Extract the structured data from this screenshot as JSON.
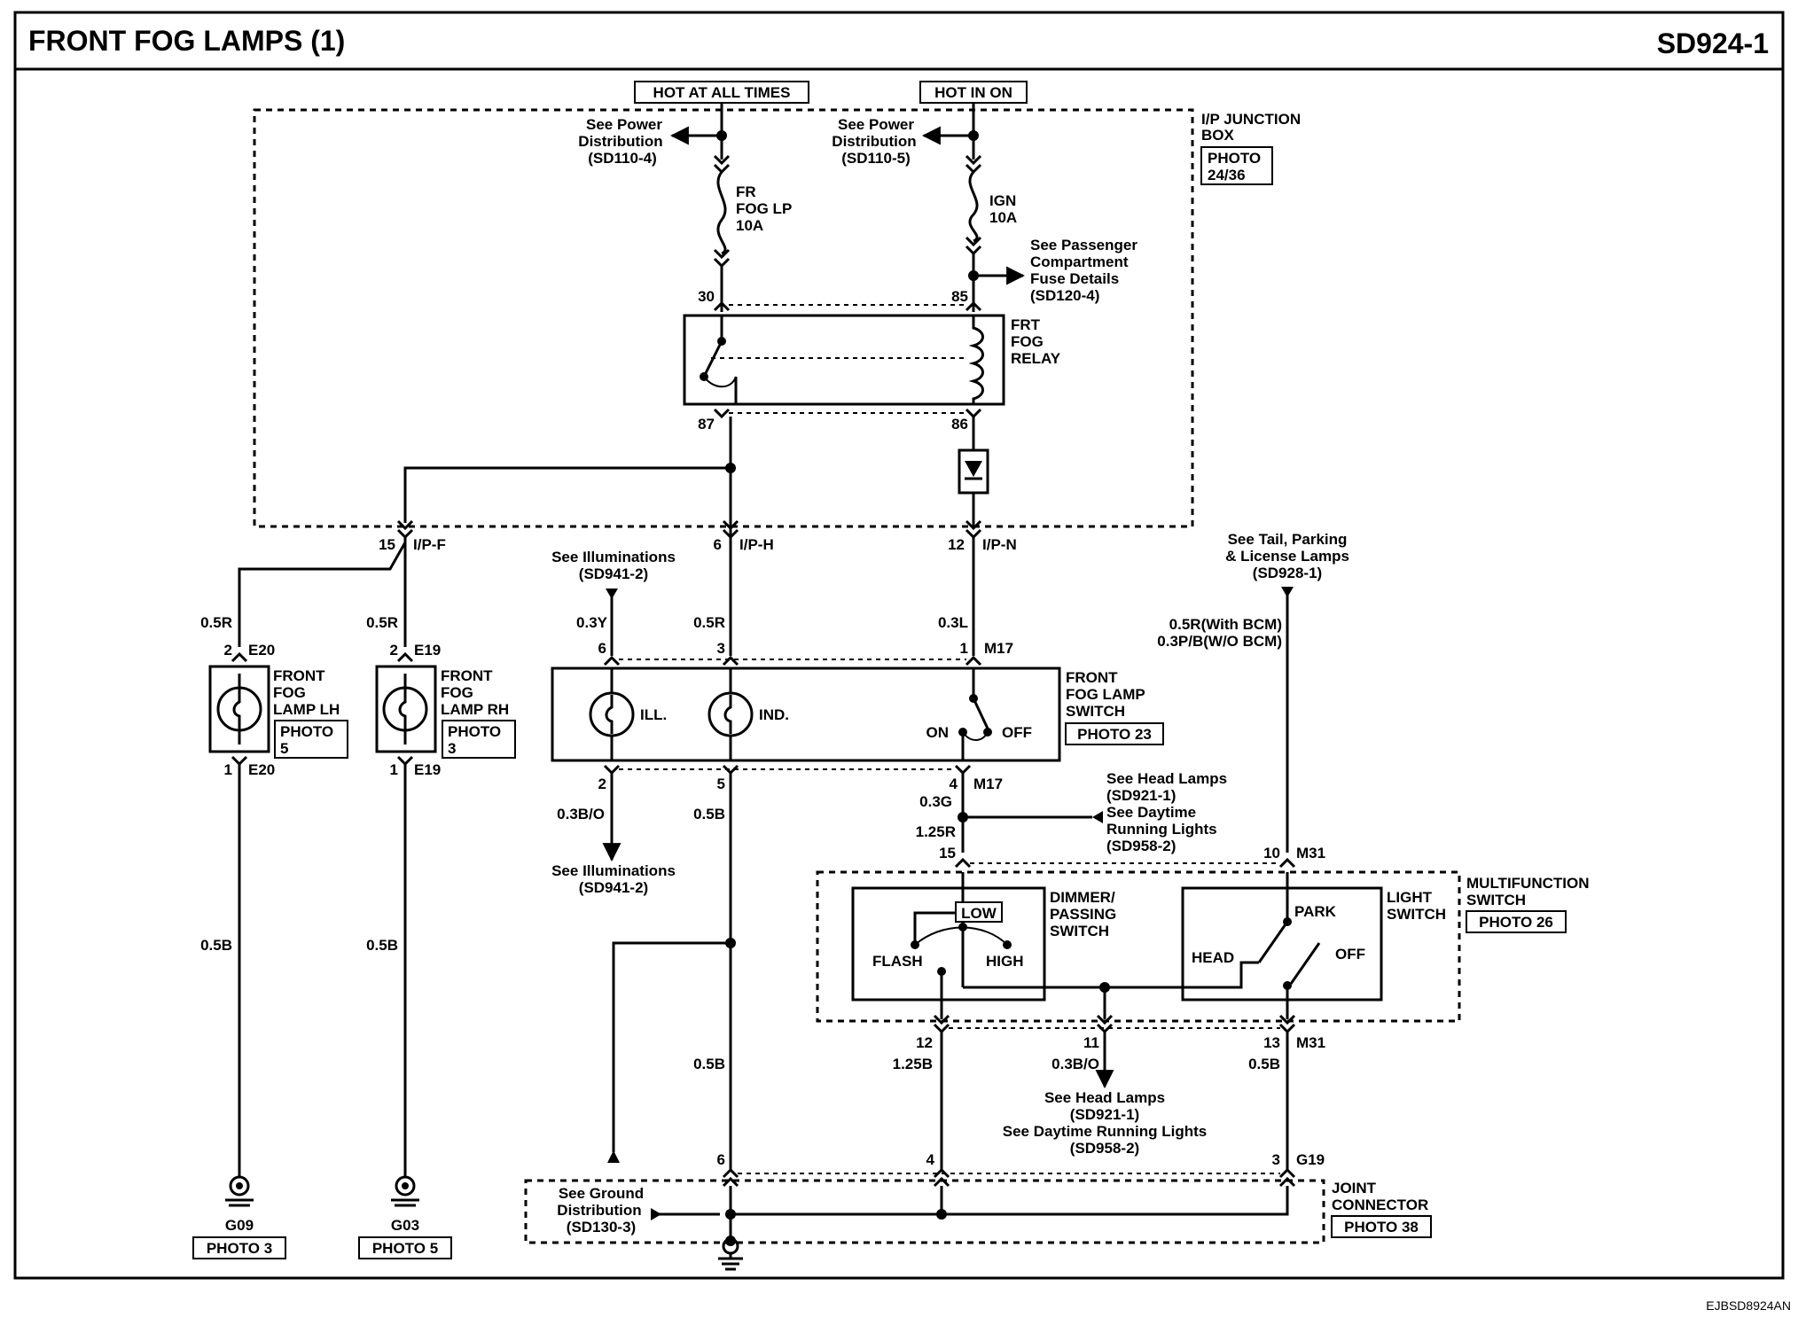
{
  "header": {
    "title": "FRONT FOG LAMPS (1)",
    "page_code": "SD924-1"
  },
  "footer": {
    "code": "EJBSD8924AN"
  },
  "supply": {
    "hot_at_all_times": "HOT AT ALL TIMES",
    "hot_in_on": "HOT IN ON"
  },
  "junction_box": {
    "line1": "I/P JUNCTION",
    "line2": "BOX",
    "photo1": "PHOTO",
    "photo2": "24/36"
  },
  "refs": {
    "power_dist_a": [
      "See Power",
      "Distribution",
      "(SD110-4)"
    ],
    "power_dist_b": [
      "See Power",
      "Distribution",
      "(SD110-5)"
    ],
    "passenger_fuse": [
      "See Passenger",
      "Compartment",
      "Fuse Details",
      "(SD120-4)"
    ],
    "illum_top": [
      "See Illuminations",
      "(SD941-2)"
    ],
    "illum_bottom": [
      "See Illuminations",
      "(SD941-2)"
    ],
    "tail_parking": [
      "See  Tail, Parking",
      "& License Lamps",
      "(SD928-1)"
    ],
    "head_drl_top": [
      "See Head Lamps",
      "(SD921-1)",
      "See Daytime",
      "Running Lights",
      "(SD958-2)"
    ],
    "head_drl_bottom": [
      "See Head Lamps",
      "(SD921-1)",
      "See Daytime Running Lights",
      "(SD958-2)"
    ],
    "ground_dist": [
      "See Ground",
      "Distribution",
      "(SD130-3)"
    ]
  },
  "fuses": {
    "fr_fog": [
      "FR",
      "FOG LP",
      "10A"
    ],
    "ign": [
      "IGN",
      "10A"
    ]
  },
  "relay": {
    "name": [
      "FRT",
      "FOG",
      "RELAY"
    ],
    "pins": {
      "p30": "30",
      "p85": "85",
      "p87": "87",
      "p86": "86"
    }
  },
  "connectors": {
    "ipf": {
      "pin": "15",
      "name": "I/P-F"
    },
    "iph": {
      "pin": "6",
      "name": "I/P-H"
    },
    "ipn": {
      "pin": "12",
      "name": "I/P-N"
    }
  },
  "lamp_lh": {
    "name": [
      "FRONT",
      "FOG",
      "LAMP LH"
    ],
    "photo": [
      "PHOTO",
      "5"
    ],
    "top_pin": "2",
    "top_conn": "E20",
    "bot_pin": "1",
    "bot_conn": "E20",
    "wire_top": "0.5R",
    "wire_bot": "0.5B",
    "ground": "G09",
    "ground_photo": "PHOTO 3"
  },
  "lamp_rh": {
    "name": [
      "FRONT",
      "FOG",
      "LAMP RH"
    ],
    "photo": [
      "PHOTO",
      "3"
    ],
    "top_pin": "2",
    "top_conn": "E19",
    "bot_pin": "1",
    "bot_conn": "E19",
    "wire_top": "0.5R",
    "wire_bot": "0.5B",
    "ground": "G03",
    "ground_photo": "PHOTO 5"
  },
  "fog_switch": {
    "name": [
      "FRONT",
      "FOG LAMP",
      "SWITCH"
    ],
    "photo": "PHOTO 23",
    "ill": "ILL.",
    "ind": "IND.",
    "on": "ON",
    "off": "OFF",
    "pins_top": {
      "p6": "6",
      "p3": "3",
      "p1": "1",
      "conn": "M17"
    },
    "pins_bot": {
      "p2": "2",
      "p5": "5",
      "p4": "4",
      "conn": "M17"
    },
    "wires_top": {
      "w6": "0.3Y",
      "w3": "0.5R",
      "w1": "0.3L"
    },
    "wires_bot": {
      "w2": "0.3B/O",
      "w5": "0.5B",
      "w4": "0.3G"
    }
  },
  "multifunction": {
    "name": [
      "MULTIFUNCTION",
      "SWITCH"
    ],
    "photo": "PHOTO 26",
    "dimmer": {
      "name": [
        "DIMMER/",
        "PASSING",
        "SWITCH"
      ],
      "low": "LOW",
      "flash": "FLASH",
      "high": "HIGH"
    },
    "light": {
      "name": [
        "LIGHT",
        "SWITCH"
      ],
      "park": "PARK",
      "head": "HEAD",
      "off": "OFF"
    },
    "pins_top": {
      "p15": "15",
      "p10": "10",
      "conn": "M31"
    },
    "pins_bot": {
      "p12": "12",
      "p11": "11",
      "p13": "13",
      "conn": "M31"
    },
    "wire_15": "1.25R",
    "wire_10a": "0.5R(With BCM)",
    "wire_10b": "0.3P/B(W/O BCM)",
    "wire_12": "1.25B",
    "wire_11": "0.3B/O",
    "wire_13": "0.5B"
  },
  "joint_connector": {
    "name": [
      "JOINT",
      "CONNECTOR"
    ],
    "photo": "PHOTO 38",
    "p6": "6",
    "p4": "4",
    "p3": "3",
    "conn": "G19",
    "wire_6": "0.5B"
  }
}
